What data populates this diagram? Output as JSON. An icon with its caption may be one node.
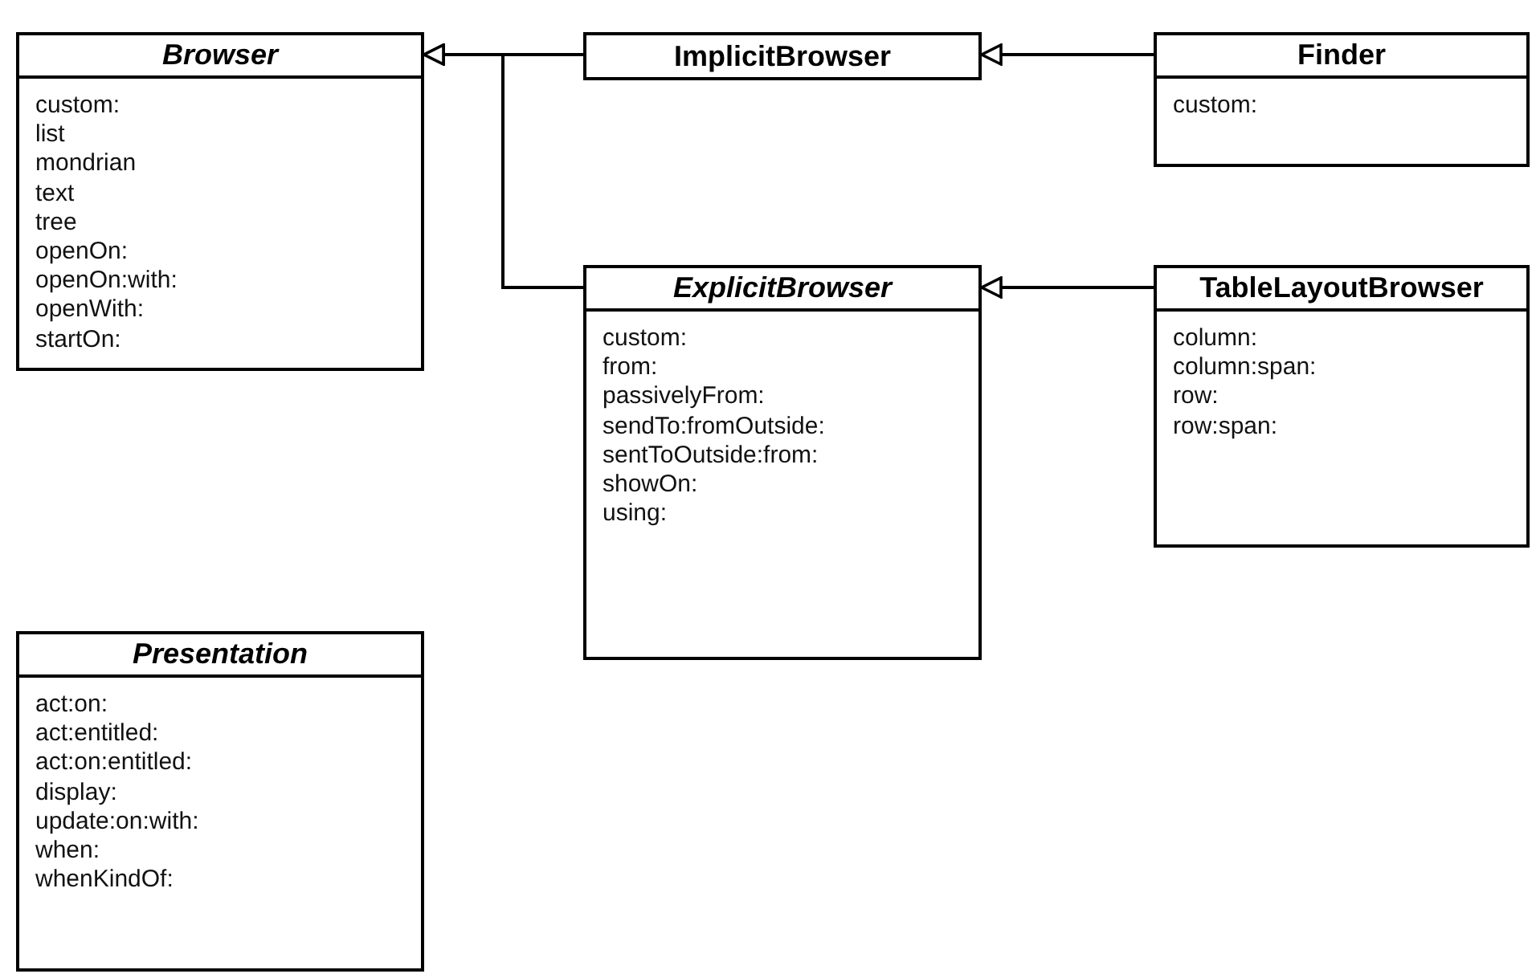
{
  "diagram": {
    "nodes": [
      {
        "text": [
          "Browser",
          "custom:",
          "list",
          "mondrian",
          "text",
          "tree",
          "openOn:",
          "openOn:with:",
          "openWith:",
          "startOn:"
        ]
      },
      {
        "text": [
          "ImplicitBrowser"
        ]
      },
      {
        "text": [
          "Finder",
          "custom:"
        ]
      },
      {
        "text": [
          "ExplicitBrowser",
          "custom:",
          "from:",
          "passivelyFrom:",
          "sendTo:fromOutside:",
          "sentToOutside:from:",
          "showOn:",
          "using:"
        ]
      },
      {
        "text": [
          "TableLayoutBrowser",
          "column:",
          "column:span:",
          "row:",
          "row:span:"
        ]
      },
      {
        "text": [
          "Presentation",
          "act:on:",
          "act:entitled:",
          "act:on:entitled:",
          "display:",
          "update:on:with:",
          "when:",
          "whenKindOf:"
        ]
      }
    ],
    "edges": [
      {
        "from": 1,
        "to": 0,
        "arrow": "to"
      },
      {
        "from": 3,
        "to": 0,
        "arrow": "to"
      },
      {
        "from": 2,
        "to": 1,
        "arrow": "to"
      },
      {
        "from": 4,
        "to": 3,
        "arrow": "to"
      }
    ]
  }
}
